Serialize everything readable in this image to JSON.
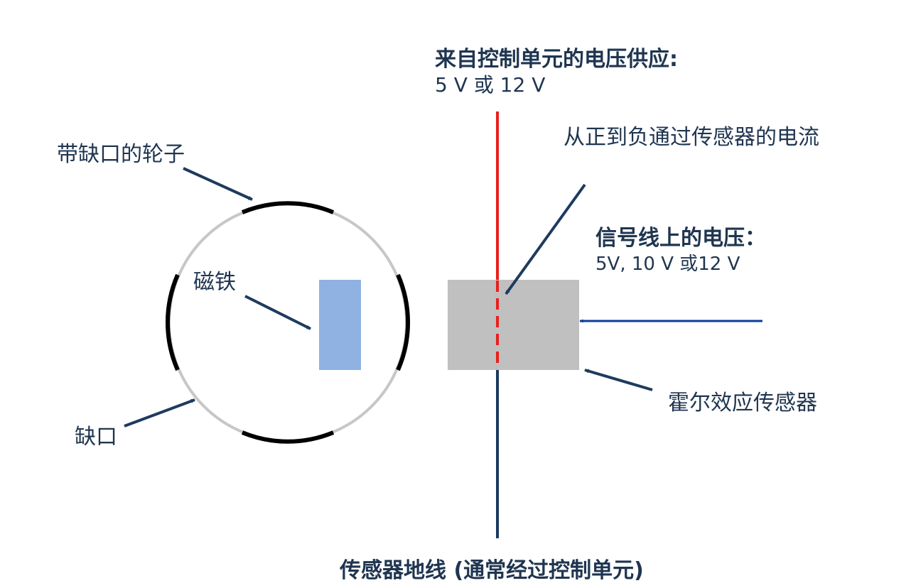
{
  "labels": {
    "supply_title": "来自控制单元的电压供应:",
    "supply_value": "5 V 或 12 V",
    "current_flow": "从正到负通过传感器的电流",
    "signal_title": "信号线上的电压：",
    "signal_value": "5V, 10 V 或12 V",
    "hall_sensor": "霍尔效应传感器",
    "ground": "传感器地线 (通常经过控制单元)",
    "wheel": "带缺口的轮子",
    "magnet": "磁铁",
    "notch": "缺口"
  },
  "colors": {
    "supply_wire": "#e8211d",
    "ground_wire": "#1c3a5e",
    "arrow": "#1f3a5f",
    "signal_arrow": "#0b3d99",
    "sensor": "#c0c0c0",
    "magnet": "#8fb2e3",
    "wheel_rim": "#c7c7c7",
    "wheel_tooth": "#000000",
    "text": "#1f3550"
  }
}
